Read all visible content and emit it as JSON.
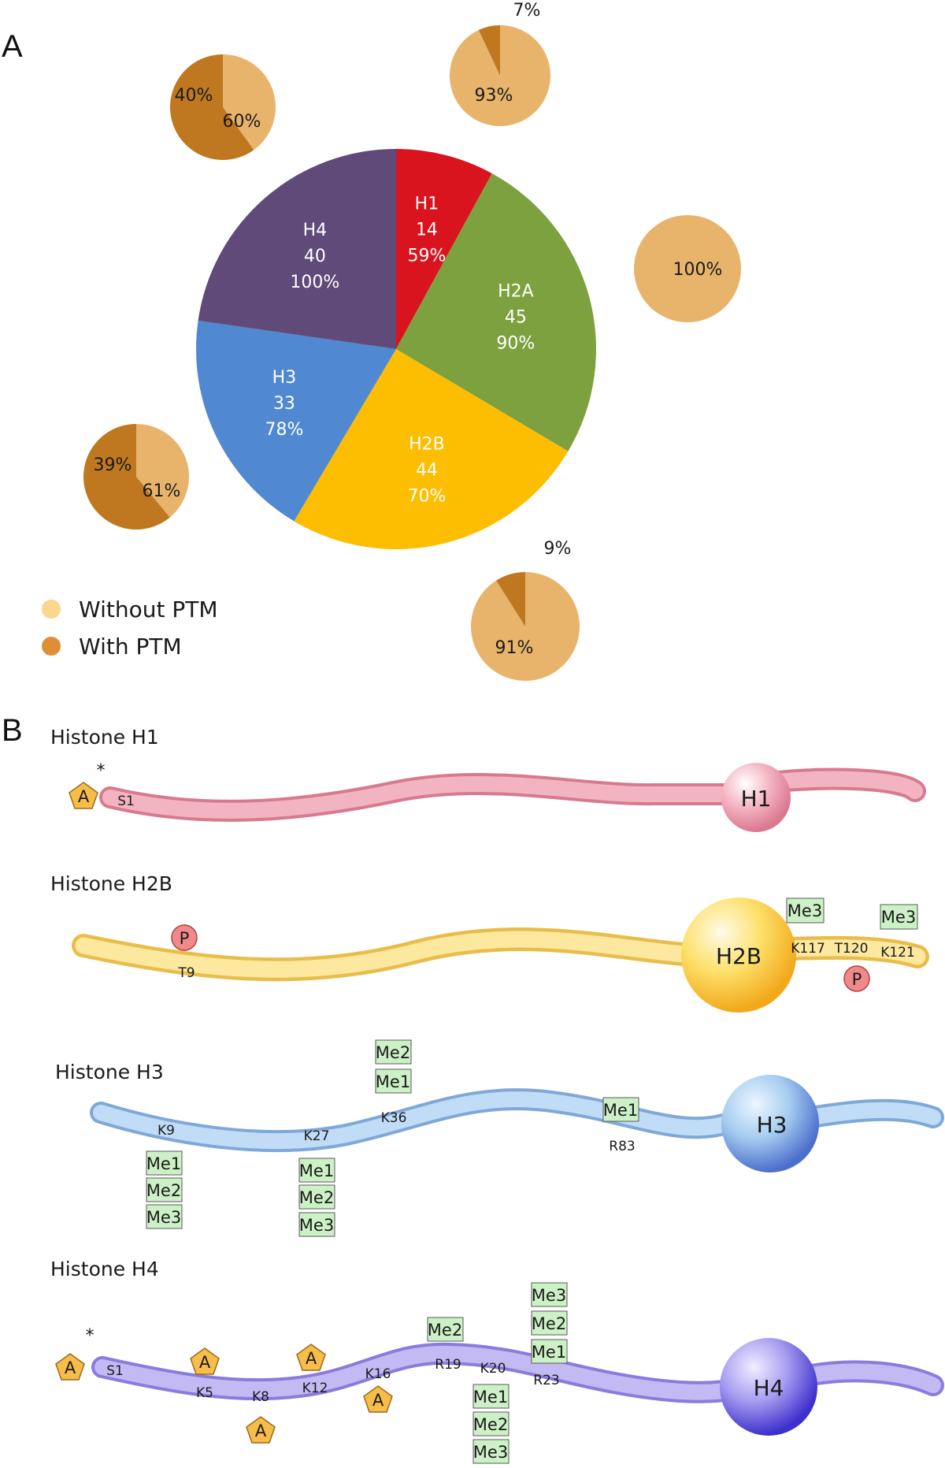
{
  "panel_a_label": "A",
  "panel_b_label": "B",
  "colors": {
    "without_ptm": "#e8b46c",
    "with_ptm": "#bf781f",
    "legend_without": "#fdd58c",
    "legend_with": "#de8f36"
  },
  "chart_data": [
    {
      "type": "pie",
      "title": "",
      "slices": [
        {
          "label": "H1",
          "count": "14",
          "percent_text": "59%",
          "value": 14,
          "color": "#d9141f"
        },
        {
          "label": "H2A",
          "count": "45",
          "percent_text": "90%",
          "value": 45,
          "color": "#7ca13e"
        },
        {
          "label": "H2B",
          "count": "44",
          "percent_text": "70%",
          "value": 44,
          "color": "#fdbd00"
        },
        {
          "label": "H3",
          "count": "33",
          "percent_text": "78%",
          "value": 33,
          "color": "#5089d2"
        },
        {
          "label": "H4",
          "count": "40",
          "percent_text": "100%",
          "value": 40,
          "color": "#5f4a7a"
        }
      ]
    },
    {
      "type": "pie",
      "for": "H4",
      "slices": [
        {
          "label": "Without PTM",
          "value": 40,
          "text": "40%"
        },
        {
          "label": "With PTM",
          "value": 60,
          "text": "60%"
        }
      ]
    },
    {
      "type": "pie",
      "for": "H1",
      "slices": [
        {
          "label": "Without PTM",
          "value": 93,
          "text": "93%"
        },
        {
          "label": "With PTM",
          "value": 7,
          "text": "7%"
        }
      ]
    },
    {
      "type": "pie",
      "for": "H2A",
      "slices": [
        {
          "label": "Without PTM",
          "value": 100,
          "text": "100%"
        }
      ]
    },
    {
      "type": "pie",
      "for": "H3",
      "slices": [
        {
          "label": "Without PTM",
          "value": 39,
          "text": "39%"
        },
        {
          "label": "With PTM",
          "value": 61,
          "text": "61%"
        }
      ]
    },
    {
      "type": "pie",
      "for": "H2B",
      "slices": [
        {
          "label": "Without PTM",
          "value": 91,
          "text": "91%"
        },
        {
          "label": "With PTM",
          "value": 9,
          "text": "9%"
        }
      ]
    }
  ],
  "legend": [
    {
      "label": "Without PTM"
    },
    {
      "label": "With PTM"
    }
  ],
  "histones": [
    {
      "title": "Histone H1",
      "ball": "H1",
      "color": "#f3aebd",
      "dark": "#d77a8e",
      "residues": [
        "S1"
      ],
      "marks": [
        {
          "type": "A",
          "text": "A"
        }
      ],
      "asterisk": "*"
    },
    {
      "title": "Histone H2B",
      "ball": "H2B",
      "color": "#fde59a",
      "dark": "#f0b830",
      "residues": [
        "T9",
        "K117",
        "T120",
        "K121"
      ],
      "marks": [
        {
          "type": "P",
          "text": "P"
        },
        {
          "type": "Me",
          "text": "Me3"
        },
        {
          "type": "Me",
          "text": "Me3"
        },
        {
          "type": "P",
          "text": "P"
        }
      ]
    },
    {
      "title": "Histone H3",
      "ball": "H3",
      "color": "#b4d6f4",
      "dark": "#5a8fd0",
      "residues": [
        "K9",
        "K27",
        "K36",
        "R83"
      ],
      "marks": [
        {
          "type": "Me",
          "text": "Me1"
        },
        {
          "type": "Me",
          "text": "Me2"
        },
        {
          "type": "Me",
          "text": "Me3"
        },
        {
          "type": "Me",
          "text": "Me1"
        },
        {
          "type": "Me",
          "text": "Me2"
        },
        {
          "type": "Me",
          "text": "Me3"
        },
        {
          "type": "Me",
          "text": "Me2"
        },
        {
          "type": "Me",
          "text": "Me1"
        },
        {
          "type": "Me",
          "text": "Me1"
        }
      ]
    },
    {
      "title": "Histone H4",
      "ball": "H4",
      "color": "#b9b0f0",
      "dark": "#5a48d6",
      "residues": [
        "S1",
        "K5",
        "K8",
        "K12",
        "K16",
        "R19",
        "K20",
        "R23"
      ],
      "marks": [
        {
          "type": "A",
          "text": "A"
        },
        {
          "type": "A",
          "text": "A"
        },
        {
          "type": "A",
          "text": "A"
        },
        {
          "type": "A",
          "text": "A"
        },
        {
          "type": "A",
          "text": "A"
        },
        {
          "type": "Me",
          "text": "Me2"
        },
        {
          "type": "Me",
          "text": "Me1"
        },
        {
          "type": "Me",
          "text": "Me2"
        },
        {
          "type": "Me",
          "text": "Me3"
        },
        {
          "type": "Me",
          "text": "Me3"
        },
        {
          "type": "Me",
          "text": "Me2"
        },
        {
          "type": "Me",
          "text": "Me1"
        }
      ],
      "asterisk": "*"
    }
  ]
}
